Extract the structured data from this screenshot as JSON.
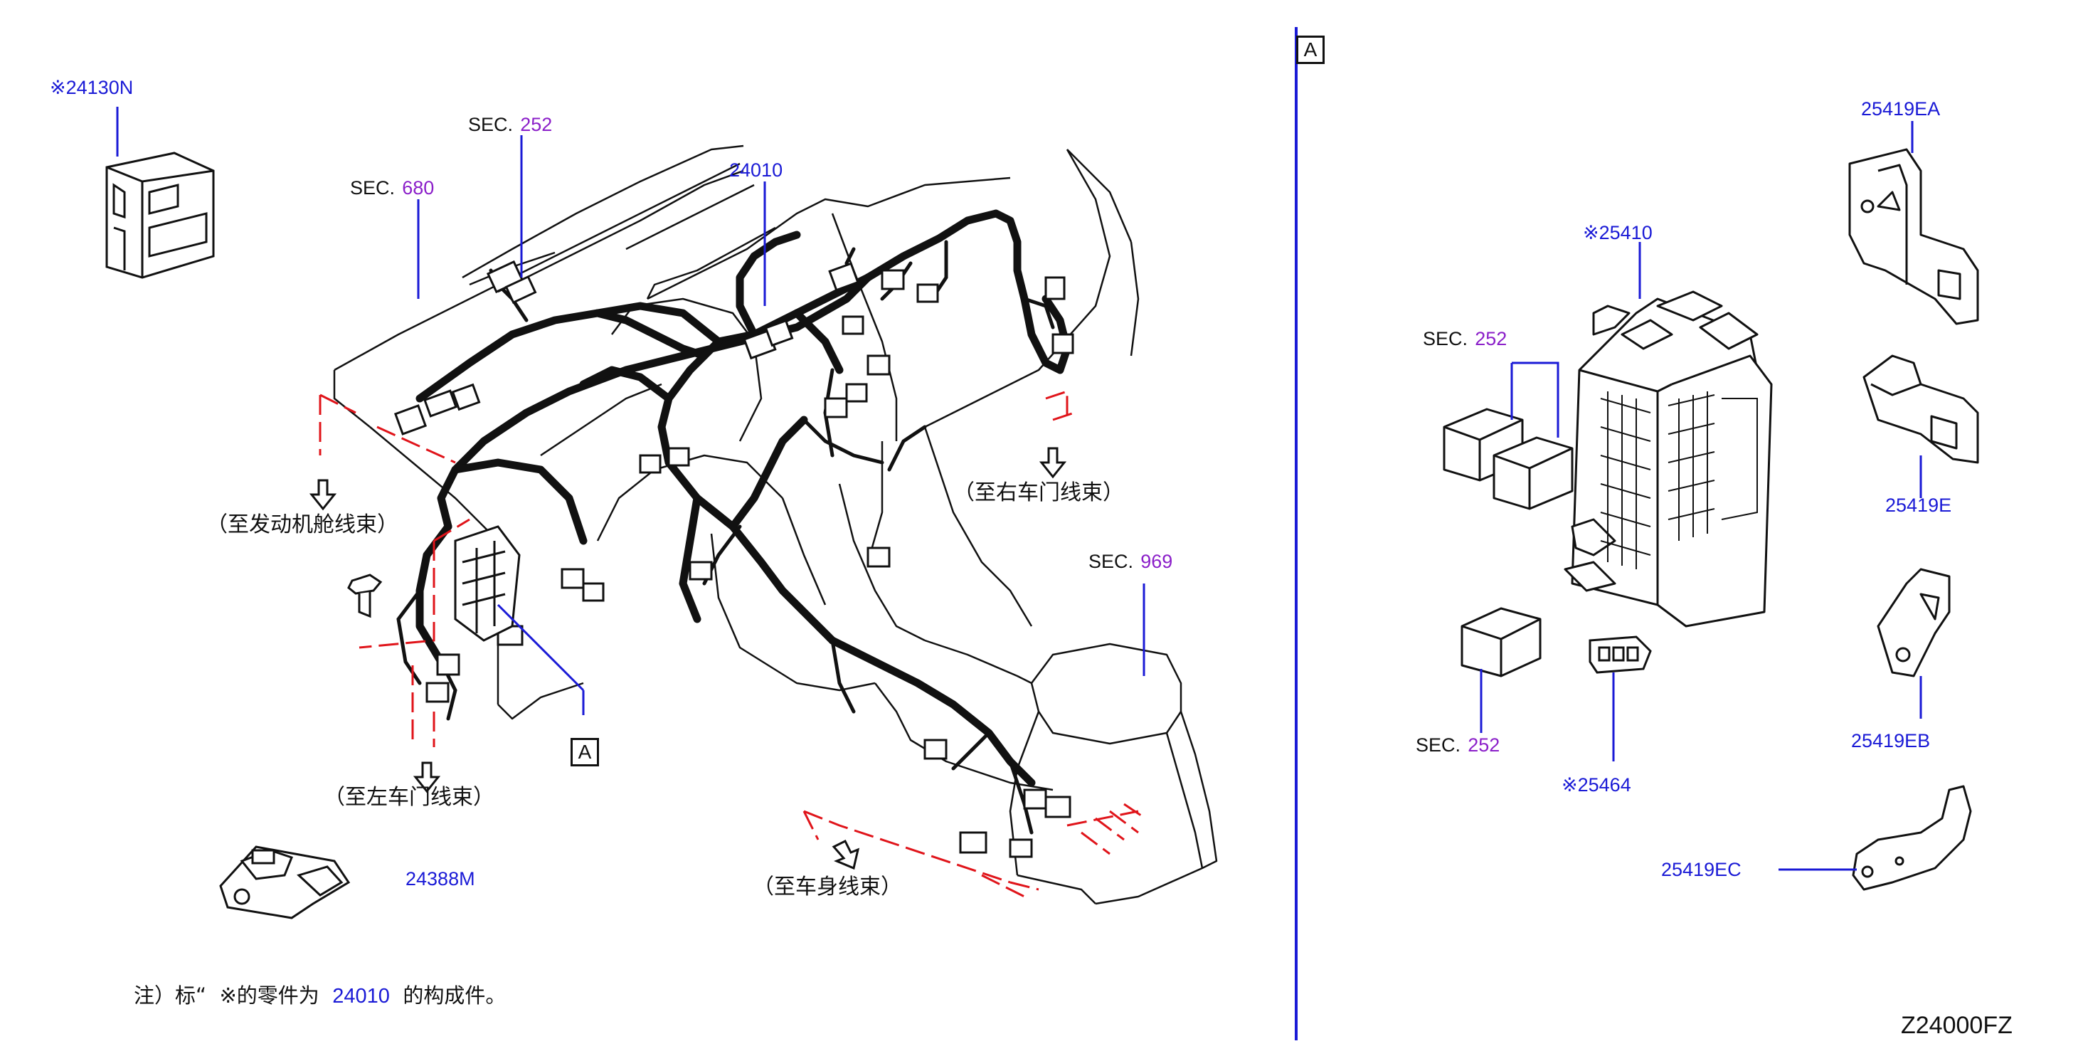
{
  "labels": {
    "p24130N": "24130N",
    "p24010": "24010",
    "p24388M": "24388M",
    "p25410": "25410",
    "p25464": "25464",
    "p25419EA": "25419EA",
    "p25419E": "25419E",
    "p25419EB": "25419EB",
    "p25419EC": "25419EC",
    "mark": "※"
  },
  "sections": {
    "sec_prefix": "SEC.",
    "sec252_top": "252",
    "sec680": "680",
    "sec969": "969",
    "sec252_relay": "252",
    "sec252_lower": "252"
  },
  "destinations": {
    "engine_room": "（至发动机舱线束）",
    "right_door": "（至右车门线束）",
    "left_door": "（至左车门线束）",
    "body": "（至车身线束）"
  },
  "callouts": {
    "ref_a_main": "A",
    "ref_a_detail": "A"
  },
  "note": {
    "prefix": "注）标“",
    "mark": "※",
    "middle": "的零件为",
    "part": "24010",
    "suffix": "的构成件。"
  },
  "diagram_code": "Z24000FZ"
}
